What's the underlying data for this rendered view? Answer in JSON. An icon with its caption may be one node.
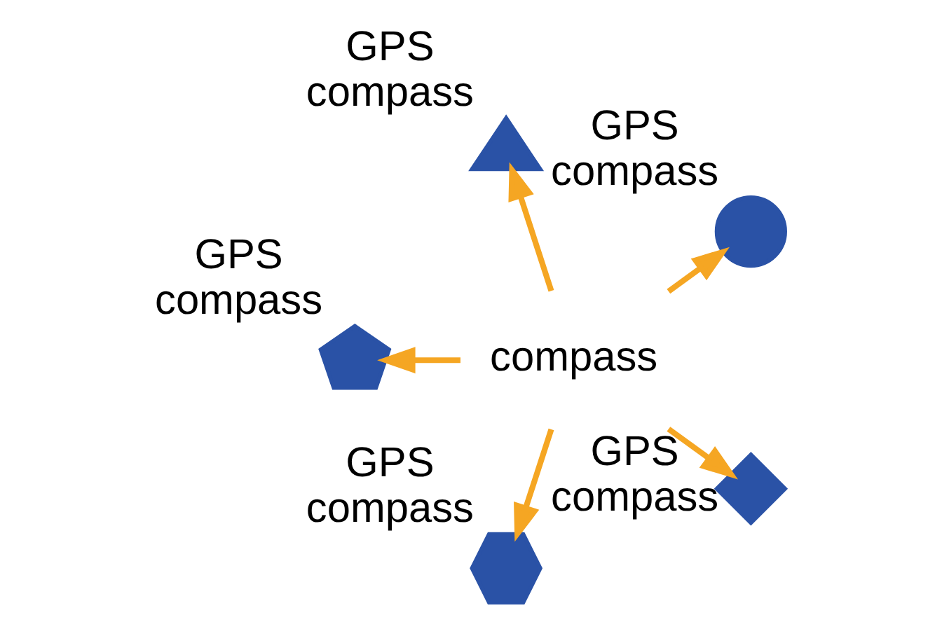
{
  "diagram": {
    "nodes": [
      {
        "text": [],
        "shape": "circle",
        "beside": [
          "GPS compass"
        ]
      },
      {
        "text": [],
        "shape": "triangle",
        "beside": [
          "GPS compass"
        ]
      },
      {
        "text": [],
        "shape": "pentagon",
        "beside": [
          "GPS compass"
        ]
      },
      {
        "text": [
          "compass"
        ]
      },
      {
        "text": [],
        "shape": "hexagon",
        "beside": [
          "GPS compass"
        ]
      },
      {
        "text": [],
        "shape": "diamond",
        "beside": [
          "GPS compass"
        ]
      }
    ],
    "edges": [
      {
        "from": 3,
        "to": 0,
        "arrow": "to"
      },
      {
        "from": 3,
        "to": 1,
        "arrow": "to"
      },
      {
        "from": 3,
        "to": 2,
        "arrow": "to"
      },
      {
        "from": 3,
        "to": 4,
        "arrow": "to"
      },
      {
        "from": 3,
        "to": 5,
        "arrow": "to"
      }
    ]
  }
}
